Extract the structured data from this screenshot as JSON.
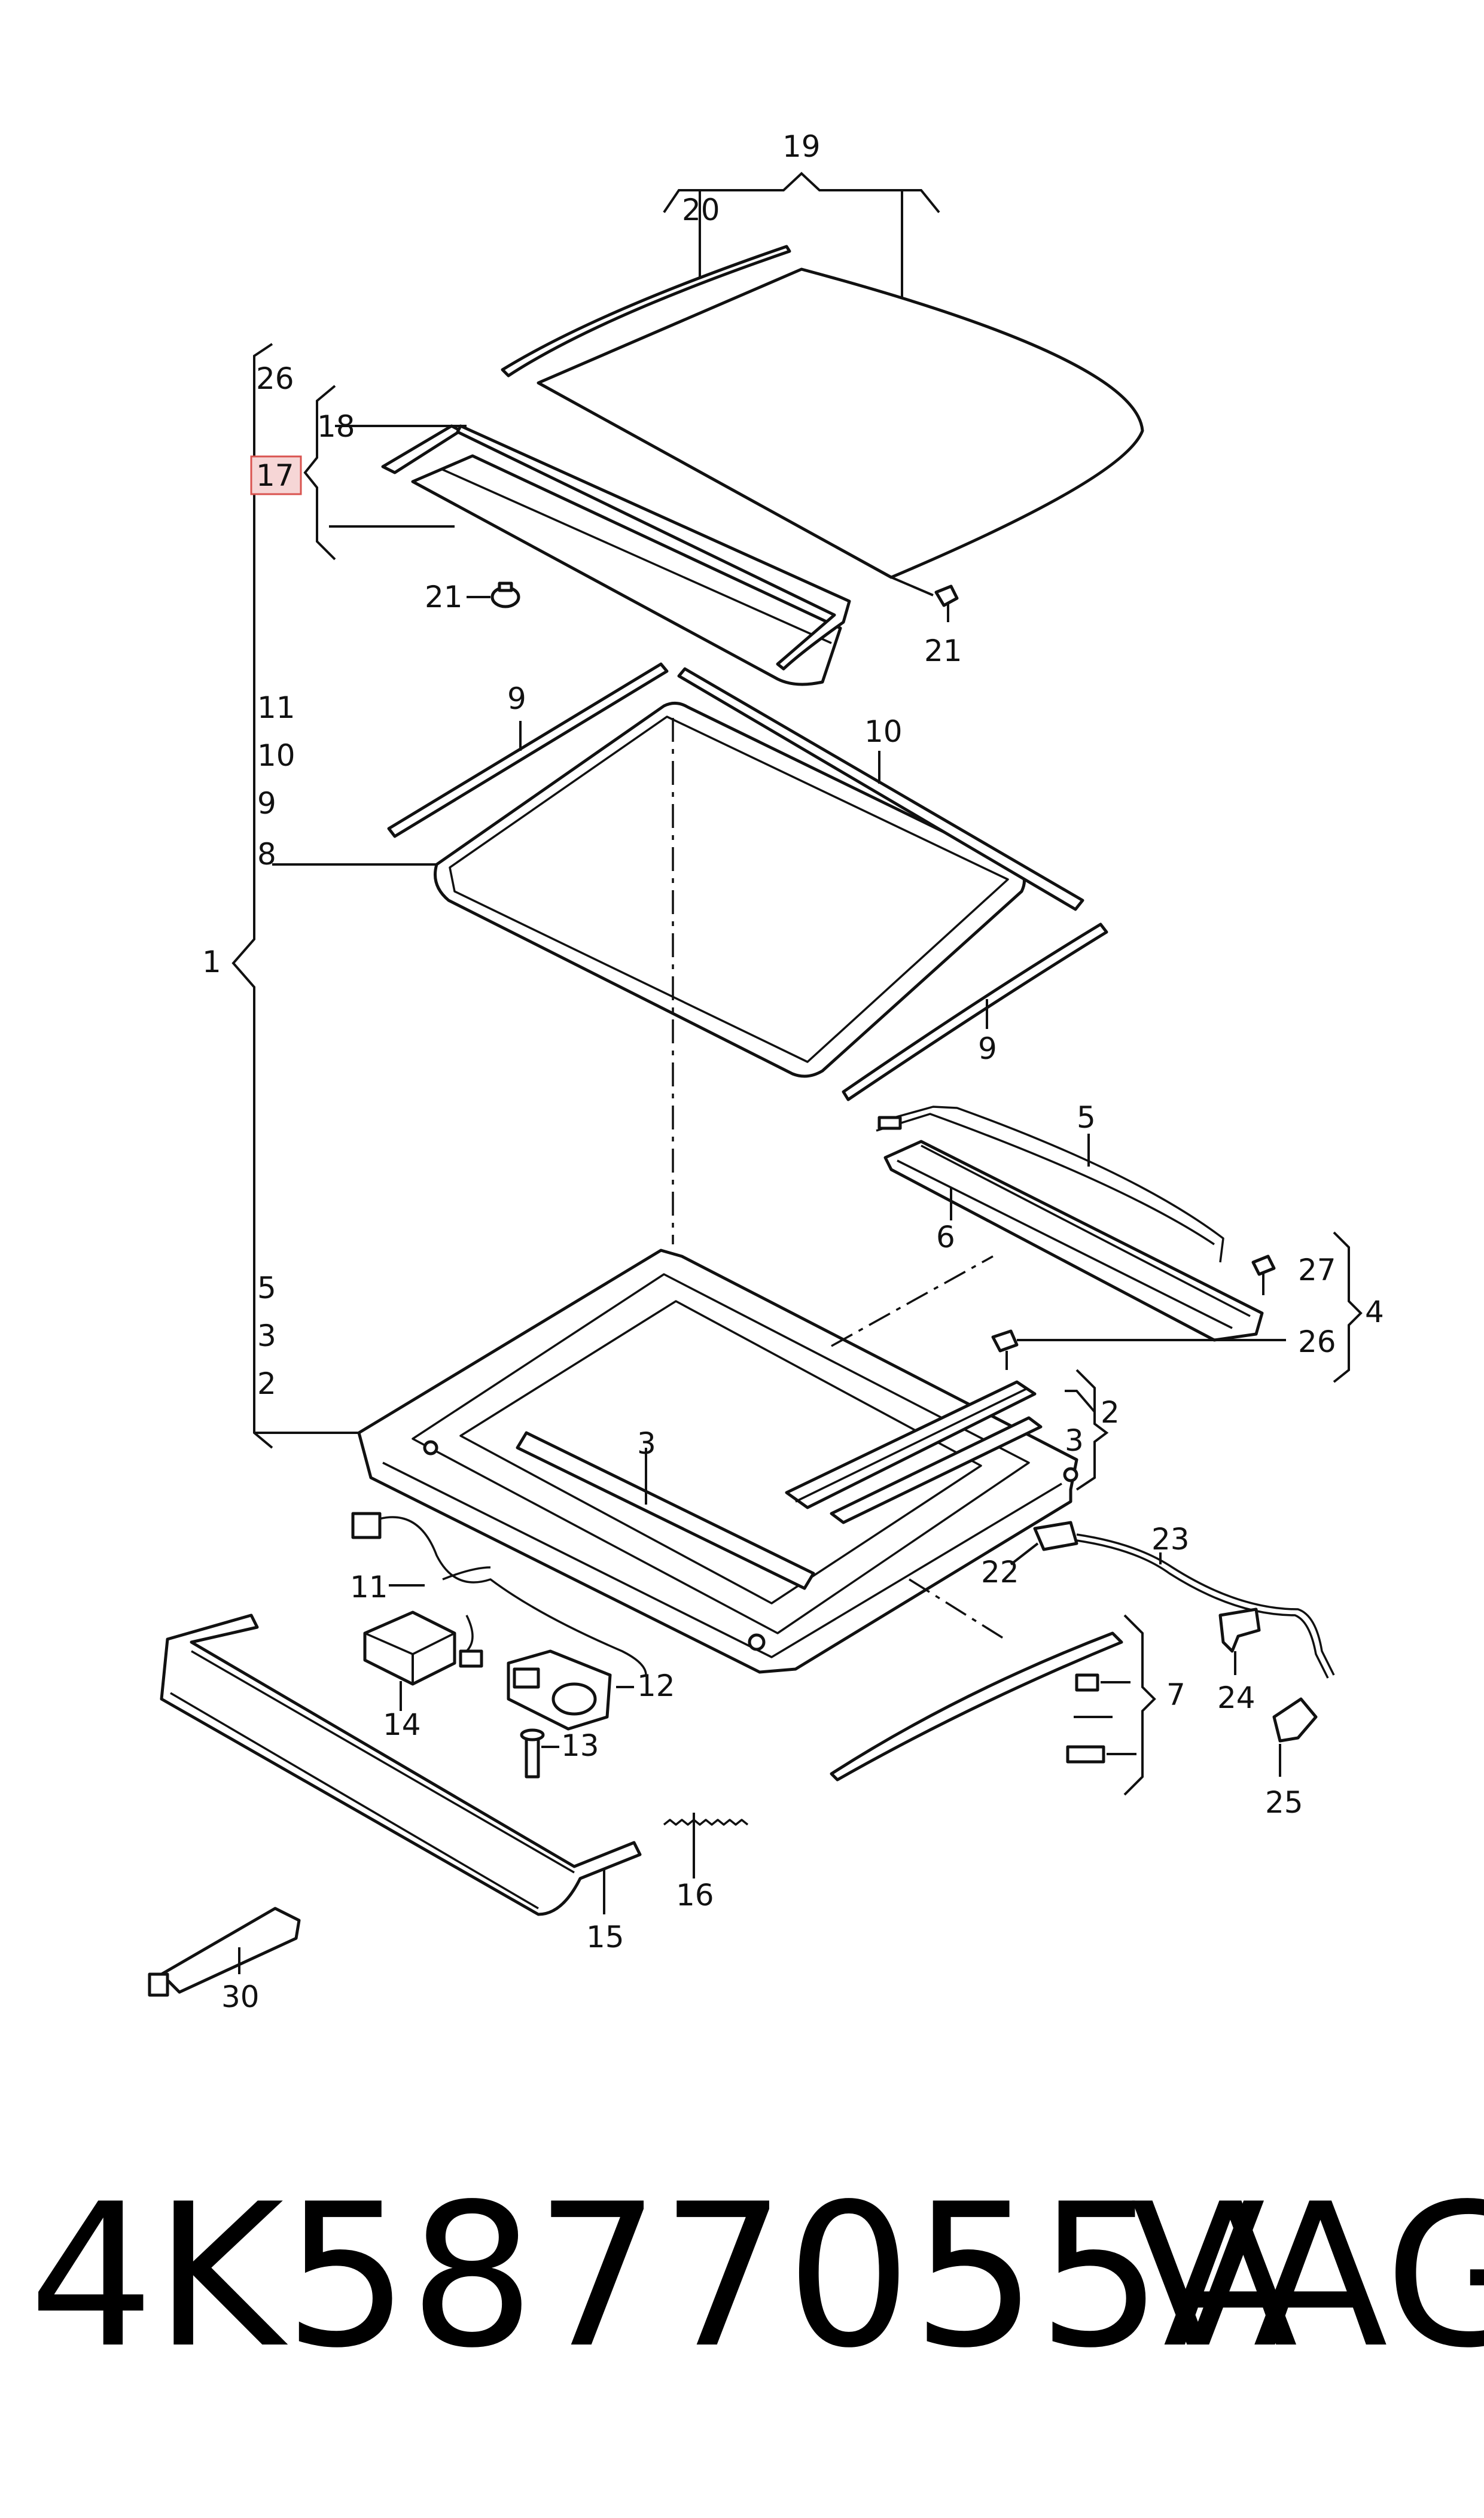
{
  "highlight_color": "#d9534f",
  "labels": {
    "l1": "1",
    "l2": "2",
    "l2b": "2",
    "l3": "3",
    "l3b": "3",
    "l3c": "3",
    "l4": "4",
    "l5": "5",
    "l5b": "5",
    "l6": "6",
    "l7": "7",
    "l8": "8",
    "l9": "9",
    "l9b": "9",
    "l9c": "9",
    "l10": "10",
    "l10b": "10",
    "l11": "11",
    "l11b": "11",
    "l12": "12",
    "l13": "13",
    "l14": "14",
    "l15": "15",
    "l16": "16",
    "l17": "17",
    "l18": "18",
    "l19": "19",
    "l20": "20",
    "l21": "21",
    "l21b": "21",
    "l22": "22",
    "l23": "23",
    "l24": "24",
    "l25": "25",
    "l26": "26",
    "l26b": "26",
    "l27": "27",
    "l30": "30"
  },
  "footer": {
    "part_number": "4K5877055A",
    "brand": "VAG"
  }
}
